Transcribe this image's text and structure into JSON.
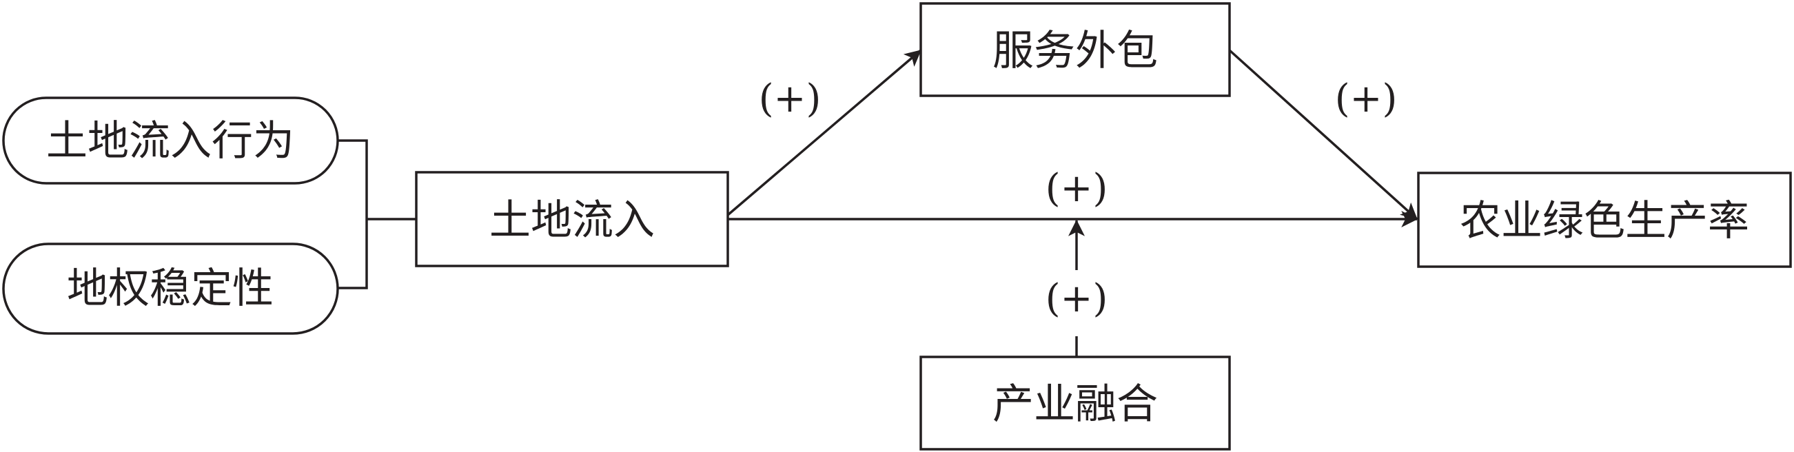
{
  "nodes": {
    "land_transfer_behavior": "土地流入行为",
    "land_right_stability": "地权稳定性",
    "land_transfer": "土地流入",
    "service_outsourcing": "服务外包",
    "industry_integration": "产业融合",
    "agri_green_productivity": "农业绿色生产率"
  },
  "signs": {
    "transfer_to_outsourcing": "(+)",
    "outsourcing_to_productivity": "(+)",
    "direct_effect": "(+)",
    "integration_moderation": "(+)"
  },
  "colors": {
    "line": "#231f20",
    "background": "#ffffff"
  }
}
